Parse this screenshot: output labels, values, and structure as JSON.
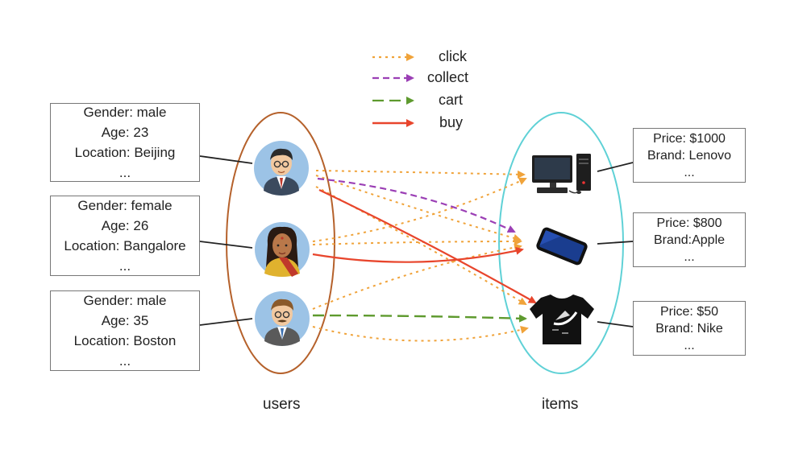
{
  "legend": [
    {
      "label": "click",
      "color": "#f0a33a",
      "dash": "3 5"
    },
    {
      "label": "collect",
      "color": "#9b3fb5",
      "dash": "8 5"
    },
    {
      "label": "cart",
      "color": "#5e9a2e",
      "dash": "14 7"
    },
    {
      "label": "buy",
      "color": "#e8452c",
      "dash": ""
    }
  ],
  "users": [
    {
      "lines": [
        "Gender: male",
        "Age: 23",
        "Location: Beijing",
        "..."
      ]
    },
    {
      "lines": [
        "Gender: female",
        "Age: 26",
        "Location: Bangalore",
        "..."
      ]
    },
    {
      "lines": [
        "Gender: male",
        "Age: 35",
        "Location: Boston",
        "..."
      ]
    }
  ],
  "items": [
    {
      "lines": [
        "Price: $1000",
        "Brand: Lenovo",
        "..."
      ]
    },
    {
      "lines": [
        "Price: $800",
        "Brand:Apple",
        "..."
      ]
    },
    {
      "lines": [
        "Price: $50",
        "Brand: Nike",
        "..."
      ]
    }
  ],
  "captions": {
    "users": "users",
    "items": "items"
  },
  "colors": {
    "users_ellipse": "#b5612b",
    "items_ellipse": "#5fd1d6",
    "avatar_bg": "#9cc3e6"
  },
  "icons": {
    "items": [
      "desktop-computer-icon",
      "smartphone-icon",
      "tshirt-icon"
    ]
  }
}
